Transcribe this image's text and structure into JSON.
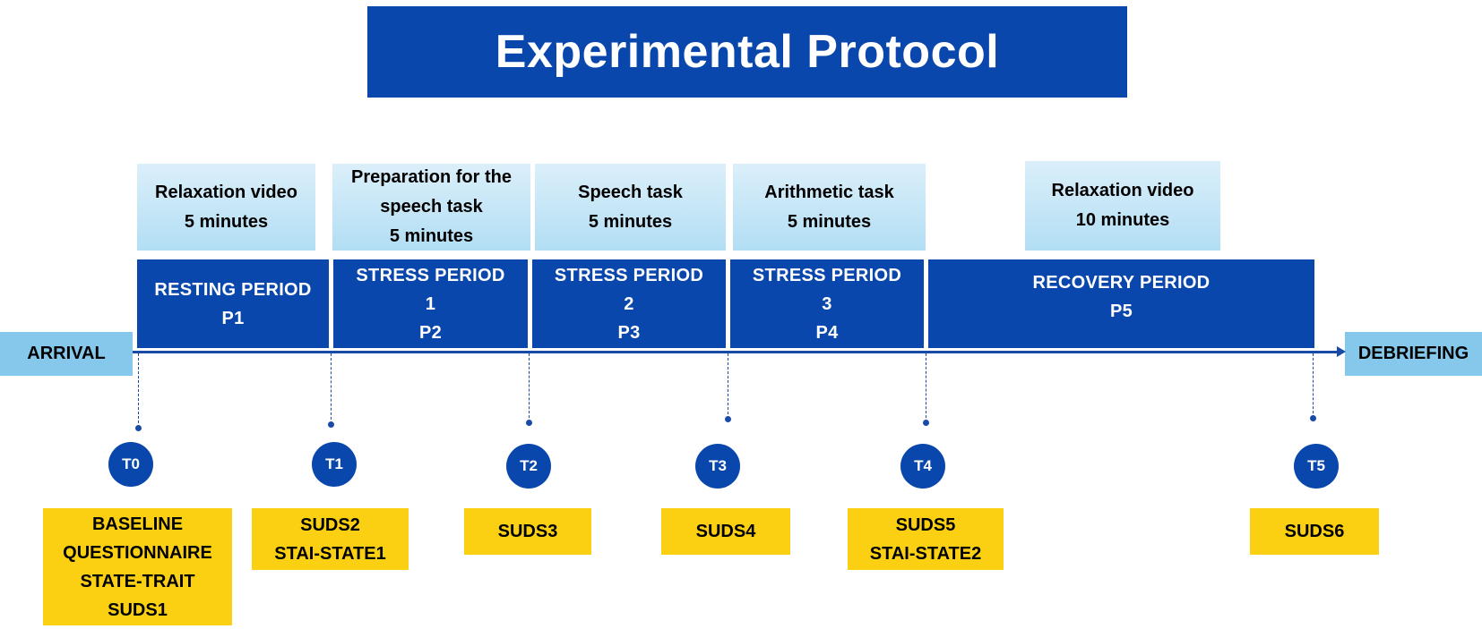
{
  "title": "Experimental Protocol",
  "arrival_label": "ARRIVAL",
  "debriefing_label": "DEBRIEFING",
  "activities": [
    {
      "label": "Relaxation video\n5 minutes"
    },
    {
      "label": "Preparation for the\nspeech task\n5 minutes"
    },
    {
      "label": "Speech task\n5 minutes"
    },
    {
      "label": "Arithmetic task\n5 minutes"
    },
    {
      "label": "Relaxation video\n10 minutes"
    }
  ],
  "periods": [
    {
      "label": "RESTING PERIOD\nP1"
    },
    {
      "label": "STRESS PERIOD\n1\nP2"
    },
    {
      "label": "STRESS PERIOD\n2\nP3"
    },
    {
      "label": "STRESS PERIOD\n3\nP4"
    },
    {
      "label": "RECOVERY PERIOD\nP5"
    }
  ],
  "timepoints": [
    {
      "label": "T0",
      "measures": "BASELINE\nQUESTIONNAIRE\nSTATE-TRAIT\nSUDS1"
    },
    {
      "label": "T1",
      "measures": "SUDS2\nSTAI-STATE1"
    },
    {
      "label": "T2",
      "measures": "SUDS3"
    },
    {
      "label": "T3",
      "measures": "SUDS4"
    },
    {
      "label": "T4",
      "measures": "SUDS5\nSTAI-STATE2"
    },
    {
      "label": "T5",
      "measures": "SUDS6"
    }
  ],
  "colors": {
    "dark_blue": "#0a47ac",
    "light_blue": "#86c8ec",
    "activity_gradient_top": "#dbeffa",
    "activity_gradient_bottom": "#b2def4",
    "measure_yellow": "#fcd012"
  }
}
